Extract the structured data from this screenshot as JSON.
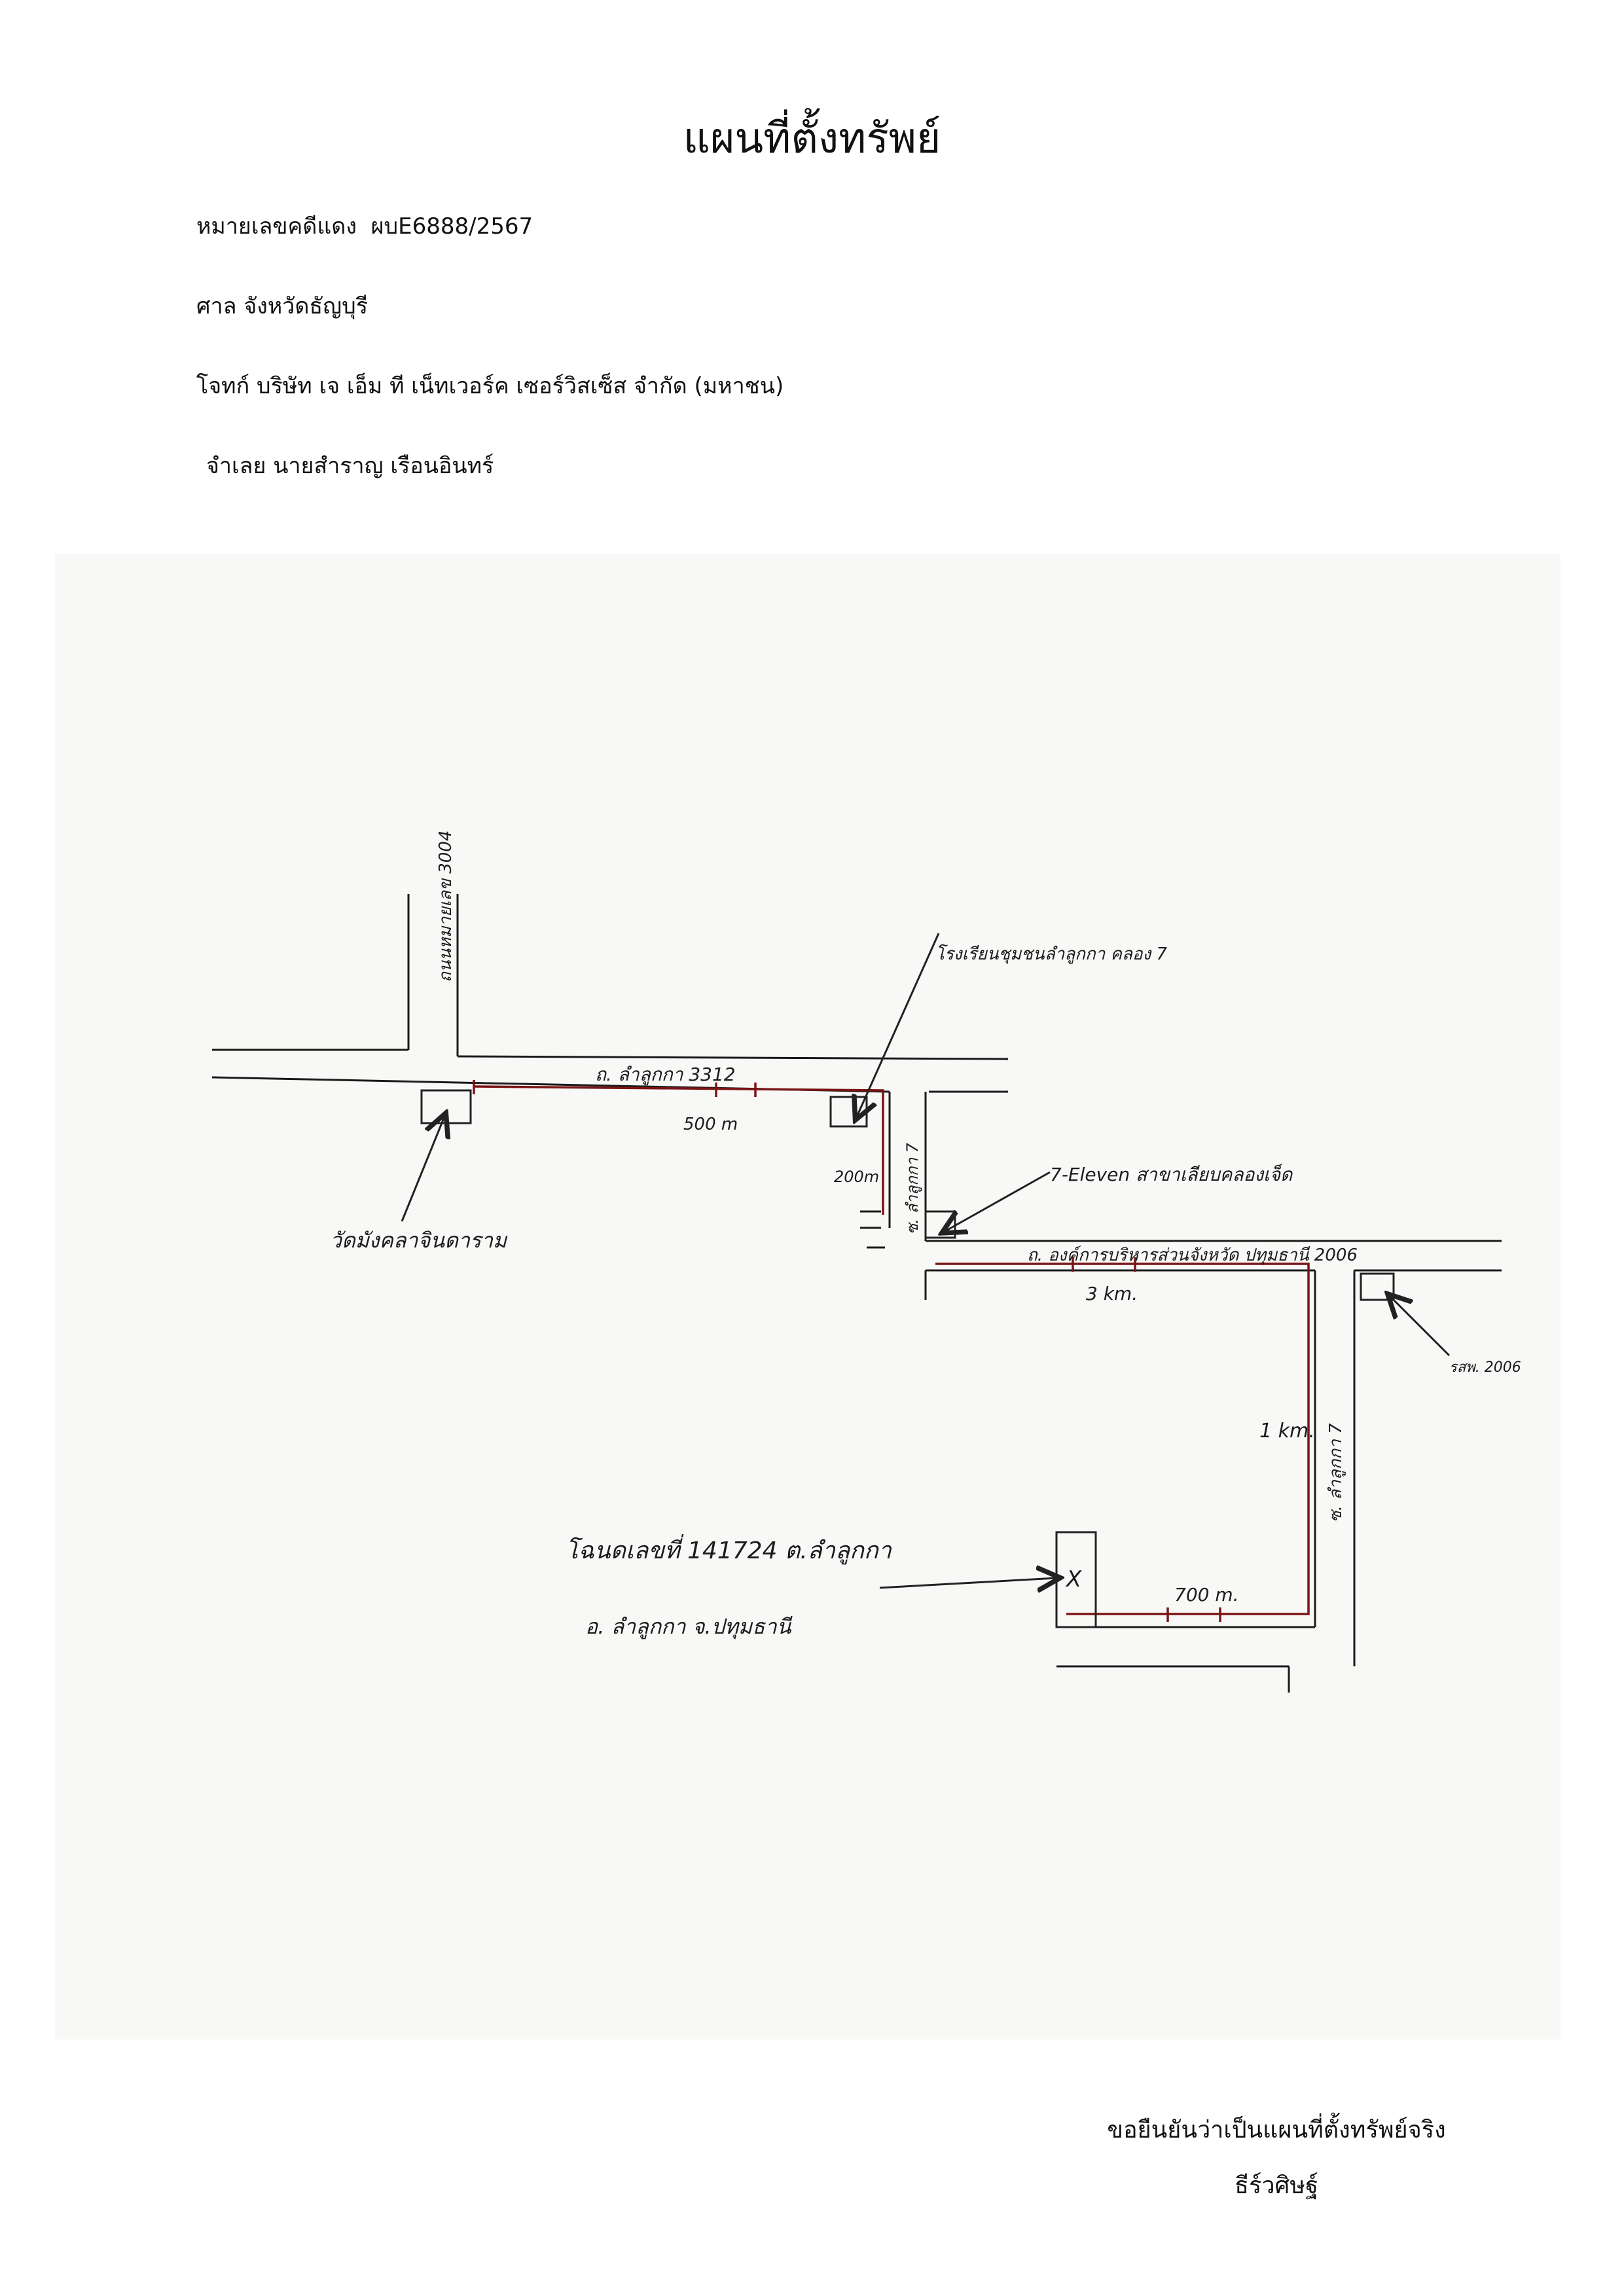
{
  "document": {
    "title": "แผนที่ตั้งทรัพย์",
    "case_number_label": "หมายเลขคดีแดง",
    "case_number": "ผบE6888/2567",
    "court": "ศาล จังหวัดธัญบุรี",
    "plaintiff": "โจทก์ บริษัท เจ เอ็ม ที เน็ทเวอร์ค เซอร์วิสเซ็ส จำกัด (มหาชน)",
    "defendant": "จำเลย  นายสำราญ เรือนอินทร์",
    "confirmation": "ขอยืนยันว่าเป็นแผนที่ตั้งทรัพย์จริง",
    "signer": "ธีร์วศิษฐ์"
  },
  "map": {
    "labels": {
      "road_3004": "ถนนหมายเลข 3004",
      "road_3312": "ถ. ลำลูกกา 3312",
      "dist_500": "500 m",
      "dist_200": "200m",
      "soi_7_upper": "ซ. ลำลูกกา 7",
      "temple": "วัดมังคลาจินดาราม",
      "school": "โรงเรียนชุมชนลำลูกกา คลอง 7",
      "seven_eleven": "7-Eleven สาขาเลียบคลองเจ็ด",
      "main_road": "ถ. องค์การบริหารส่วนจังหวัด ปทุมธานี 2006",
      "dist_3km": "3 km.",
      "rso": "รสพ. 2006",
      "dist_1km": "1 km.",
      "soi_7_lower": "ซ. ลำลูกกา 7",
      "dist_700": "700 m.",
      "deed": "โฉนดเลขที่ 141724  ต.ลำลูกกา",
      "district": "อ. ลำลูกกา  จ.ปทุมธานี",
      "property_mark": "X"
    },
    "colors": {
      "road": "#1a1a1a",
      "route": "#7a1414",
      "pen": "#222222"
    }
  }
}
